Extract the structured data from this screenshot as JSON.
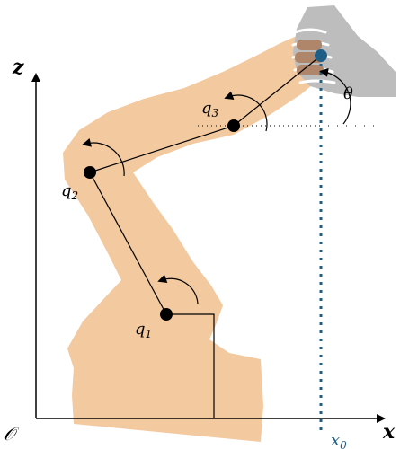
{
  "axes": {
    "origin": "𝒪",
    "x_label": "x",
    "z_label": "z",
    "x0_label": "x",
    "x0_sub": "0"
  },
  "joints": [
    {
      "label": "q",
      "sub": "1"
    },
    {
      "label": "q",
      "sub": "2"
    },
    {
      "label": "q",
      "sub": "3"
    }
  ],
  "angle_label": "θ",
  "colors": {
    "arm_fill": "#f3c9a0",
    "hand_fill": "#bdbdbd",
    "end_effector": "#1f5f86",
    "dotted_line": "#1f5f86",
    "ink": "#000000"
  }
}
